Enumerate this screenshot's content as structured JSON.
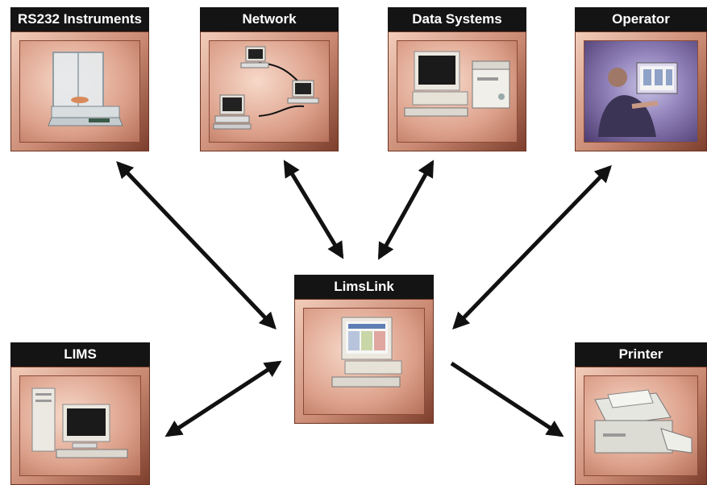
{
  "nodes": {
    "rs232": {
      "label": "RS232 Instruments"
    },
    "network": {
      "label": "Network"
    },
    "data_systems": {
      "label": "Data Systems"
    },
    "operator": {
      "label": "Operator"
    },
    "limslink": {
      "label": "LimsLink"
    },
    "lims": {
      "label": "LIMS"
    },
    "printer": {
      "label": "Printer"
    }
  },
  "connections": [
    {
      "from": "rs232",
      "to": "limslink",
      "direction": "bidirectional"
    },
    {
      "from": "network",
      "to": "limslink",
      "direction": "bidirectional"
    },
    {
      "from": "data_systems",
      "to": "limslink",
      "direction": "bidirectional"
    },
    {
      "from": "operator",
      "to": "limslink",
      "direction": "bidirectional"
    },
    {
      "from": "lims",
      "to": "limslink",
      "direction": "bidirectional"
    },
    {
      "from": "limslink",
      "to": "printer",
      "direction": "one-way"
    }
  ],
  "colors": {
    "label_bg": "#141414",
    "label_text": "#ffffff",
    "tile": "#c98871",
    "arrow": "#111111"
  }
}
